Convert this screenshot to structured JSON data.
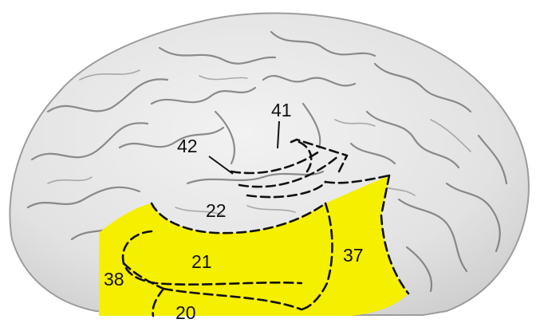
{
  "colors": {
    "highlight": "#f5ef00",
    "cortex": "#e6e6e6",
    "sulcus": "#6a6a6a",
    "boundary": "#111111"
  },
  "areas": [
    {
      "key": "a41",
      "label": "41"
    },
    {
      "key": "a42",
      "label": "42"
    },
    {
      "key": "a22",
      "label": "22"
    },
    {
      "key": "a21",
      "label": "21"
    },
    {
      "key": "a37",
      "label": "37"
    },
    {
      "key": "a38",
      "label": "38"
    },
    {
      "key": "a20",
      "label": "20"
    }
  ]
}
